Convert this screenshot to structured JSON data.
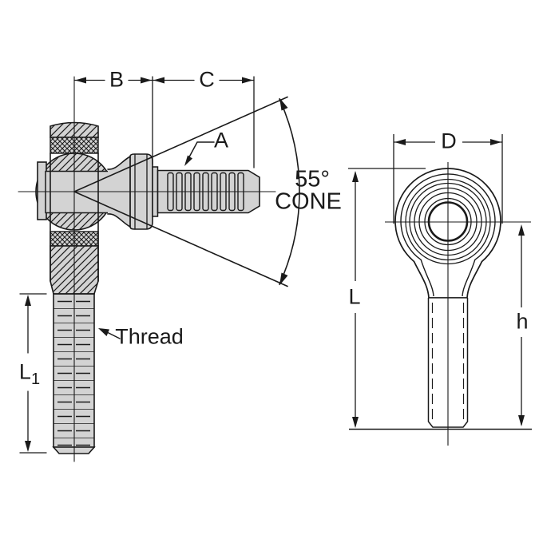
{
  "figure": {
    "type": "technical-drawing",
    "description": "Male stud rod end bearing, sectioned side view and front view with dimension callouts",
    "side_view_dimensions": [
      "B",
      "C",
      "A",
      "L1"
    ],
    "front_view_dimensions": [
      "D",
      "L",
      "h"
    ]
  },
  "labels": {
    "dim_b": "B",
    "dim_c": "C",
    "dim_a": "A",
    "cone_angle": "55°",
    "cone_word": "CONE",
    "dim_d": "D",
    "dim_l": "L",
    "dim_h": "h",
    "dim_l1_main": "L",
    "dim_l1_sub": "1",
    "thread": "Thread"
  },
  "colors": {
    "line": "#1a1a1a",
    "metal_fill": "#d3d3d3",
    "background": "#ffffff"
  }
}
